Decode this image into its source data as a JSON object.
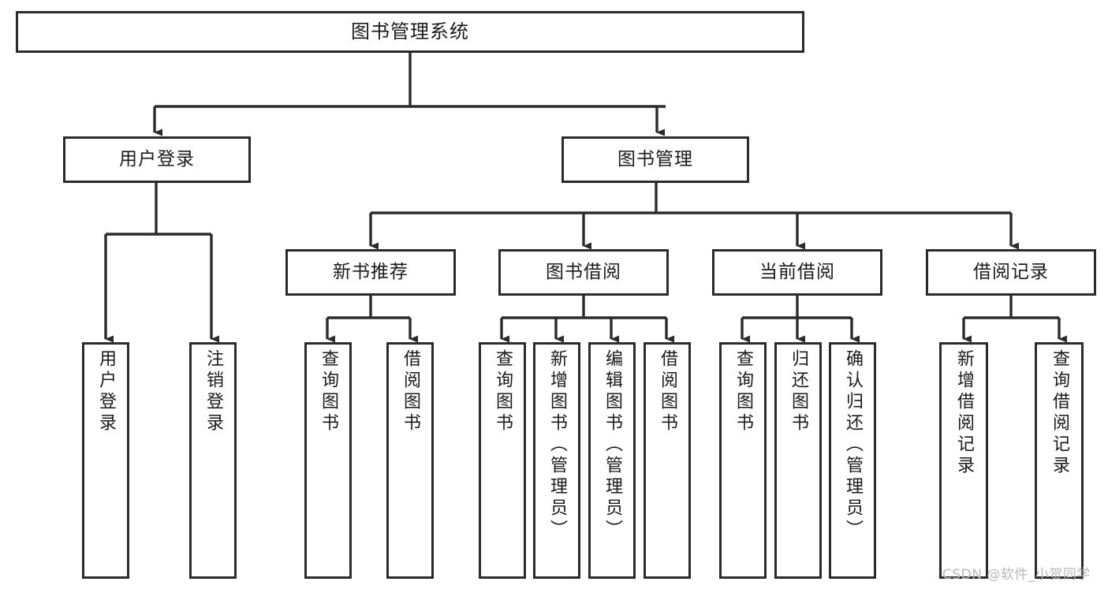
{
  "diagram": {
    "type": "tree-hierarchy",
    "title": "图书管理系统",
    "watermark": "CSDN @软件_小贺同学",
    "colors": {
      "box_border": "#2b2b2b",
      "box_fill": "#ffffff",
      "edge": "#2b2b2b",
      "text": "#1a1a1a",
      "watermark": "#b9b9b9",
      "background": "#ffffff"
    },
    "nodes": {
      "root": {
        "label": "图书管理系统"
      },
      "level2": [
        {
          "id": "user-login",
          "label": "用户登录"
        },
        {
          "id": "book-manage",
          "label": "图书管理"
        }
      ],
      "level3": [
        {
          "id": "new-book-rec",
          "label": "新书推荐"
        },
        {
          "id": "book-borrow",
          "label": "图书借阅"
        },
        {
          "id": "current-borrow",
          "label": "当前借阅"
        },
        {
          "id": "borrow-record",
          "label": "借阅记录"
        }
      ],
      "leaves": {
        "user-login": [
          {
            "id": "leaf-user-login",
            "label": "用户登录"
          },
          {
            "id": "leaf-logout",
            "label": "注销登录"
          }
        ],
        "new-book-rec": [
          {
            "id": "leaf-query-book-1",
            "label": "查询图书"
          },
          {
            "id": "leaf-borrow-book-1",
            "label": "借阅图书"
          }
        ],
        "book-borrow": [
          {
            "id": "leaf-query-book-2",
            "label": "查询图书"
          },
          {
            "id": "leaf-add-book",
            "label": "新增图书（管理员）"
          },
          {
            "id": "leaf-edit-book",
            "label": "编辑图书（管理员）"
          },
          {
            "id": "leaf-borrow-book-2",
            "label": "借阅图书"
          }
        ],
        "current-borrow": [
          {
            "id": "leaf-query-book-3",
            "label": "查询图书"
          },
          {
            "id": "leaf-return-book",
            "label": "归还图书"
          },
          {
            "id": "leaf-confirm-return",
            "label": "确认归还（管理员）"
          }
        ],
        "borrow-record": [
          {
            "id": "leaf-add-record",
            "label": "新增借阅记录"
          },
          {
            "id": "leaf-query-record",
            "label": "查询借阅记录"
          }
        ]
      }
    }
  }
}
